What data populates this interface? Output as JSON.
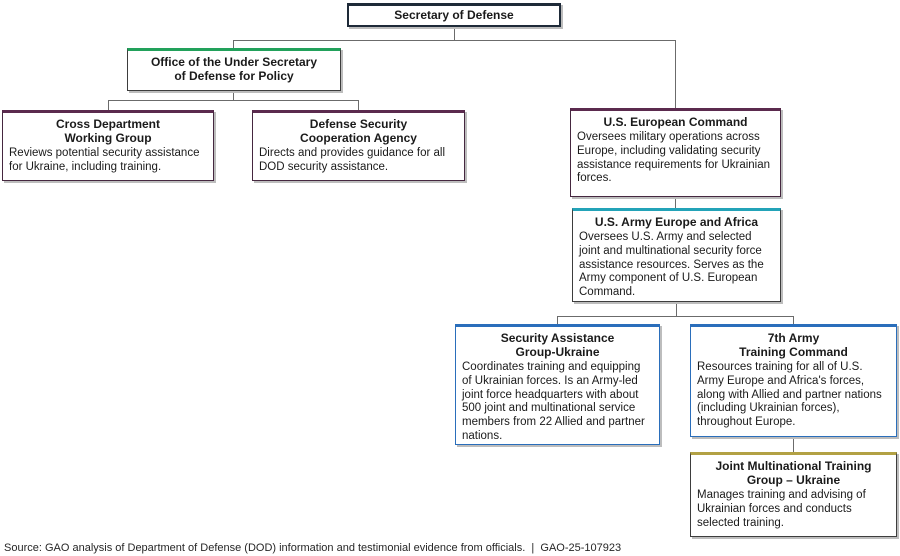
{
  "diagram": {
    "type": "org-chart",
    "subject": "DOD organizations involved in security assistance and training for Ukraine",
    "source_line": "Source: GAO analysis of Department of Defense (DOD) information and testimonial evidence from officials.  |  GAO-25-107923",
    "connector_color": "#6b6b6b"
  },
  "nodes": {
    "secdef": {
      "title": "Secretary of Defense",
      "description": "",
      "parent": null,
      "accent": "#1e2a38",
      "border": "#1e2a38"
    },
    "ousdp": {
      "title": "Office of the Under Secretary\nof Defense for Policy",
      "description": "",
      "parent": "Secretary of Defense",
      "accent": "#22a15b",
      "border": "#3d3d3d"
    },
    "cdwg": {
      "title": "Cross Department\nWorking Group",
      "description": "Reviews potential security assistance for Ukraine, including training.",
      "parent": "Office of the Under Secretary of Defense for Policy",
      "accent": "#5b2a4e",
      "border": "#45273f"
    },
    "dsca": {
      "title": "Defense Security\nCooperation Agency",
      "description": "Directs and provides guidance for all DOD security assistance.",
      "parent": "Office of the Under Secretary of Defense for Policy",
      "accent": "#5b2a4e",
      "border": "#45273f"
    },
    "eucom": {
      "title": "U.S. European Command",
      "description": "Oversees military operations across Europe, including validating security assistance requirements for Ukrainian forces.",
      "parent": "Secretary of Defense",
      "accent": "#5b2a4e",
      "border": "#45273f"
    },
    "usareur": {
      "title": "U.S. Army Europe and Africa",
      "description": "Oversees U.S. Army and selected joint and multinational security force assistance resources. Serves as the Army component of U.S. European Command.",
      "parent": "U.S. European Command",
      "accent": "#23a3b8",
      "border": "#3d3d3d"
    },
    "sagu": {
      "title": "Security Assistance\nGroup-Ukraine",
      "description": "Coordinates training and equipping of Ukrainian forces. Is an Army-led joint force headquarters with about 500 joint and multinational service members from 22 Allied and partner nations.",
      "parent": "U.S. Army Europe and Africa",
      "accent": "#2a6ebb",
      "border": "#2a6ebb"
    },
    "atc7": {
      "title": "7th Army\nTraining Command",
      "description": "Resources training for all of U.S. Army Europe and Africa's forces, along with Allied and partner nations (including Ukrainian forces), throughout Europe.",
      "parent": "U.S. Army Europe and Africa",
      "accent": "#2a6ebb",
      "border": "#2a6ebb"
    },
    "jmtgu": {
      "title": "Joint Multinational Training\nGroup – Ukraine",
      "description": "Manages training and advising of Ukrainian forces and conducts selected training.",
      "parent": "7th Army Training Command",
      "accent": "#b2a144",
      "border": "#3d3d3d"
    }
  }
}
